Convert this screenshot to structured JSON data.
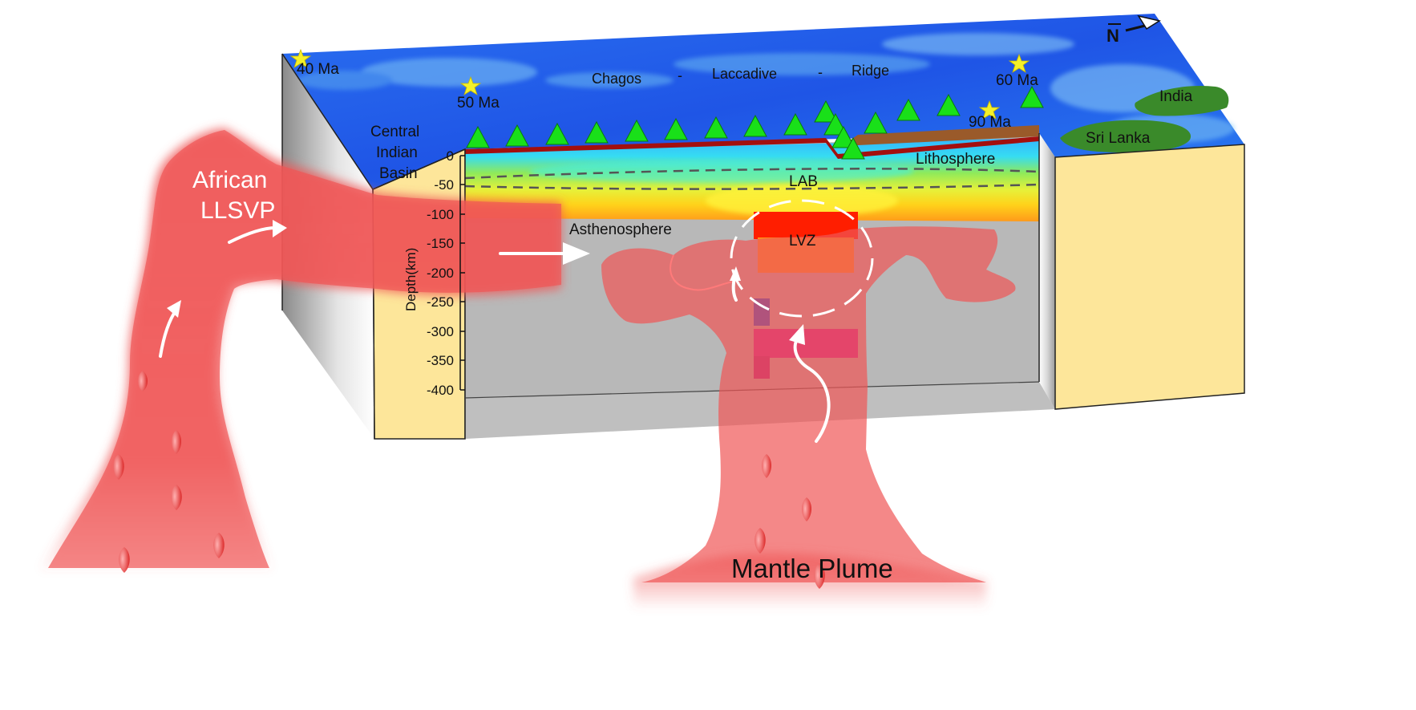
{
  "labels": {
    "north": "N",
    "age_40": "40 Ma",
    "age_50": "50 Ma",
    "age_60": "60 Ma",
    "age_90": "90 Ma",
    "ridge_1": "Chagos",
    "ridge_dash1": "-",
    "ridge_2": "Laccadive",
    "ridge_dash2": "-",
    "ridge_3": "Ridge",
    "basin_1": "Central",
    "basin_2": "Indian",
    "basin_3": "Basin",
    "india": "India",
    "sri_lanka": "Sri Lanka",
    "lithosphere": "Lithosphere",
    "lab": "LAB",
    "asthenosphere": "Asthenosphere",
    "lvz": "LVZ",
    "llsvp_1": "African",
    "llsvp_2": "LLSVP",
    "mantle_plume": "Mantle Plume"
  },
  "depth_axis": {
    "label": "Depth(km)",
    "ticks": [
      "0",
      "-50",
      "-100",
      "-150",
      "-200",
      "-250",
      "-300",
      "-350",
      "-400"
    ]
  },
  "colors": {
    "ocean_deep": "#1f55e6",
    "ocean_light": "#2f8cf0",
    "sand": "#fde69a",
    "side_grey": "#b5b5b5",
    "plume": "#ec4a4a",
    "volcano": "#19e019",
    "star": "#f4f12a",
    "land": "#3a8a2a"
  }
}
